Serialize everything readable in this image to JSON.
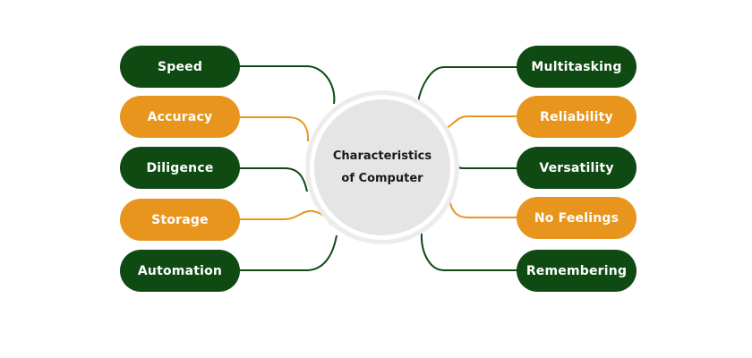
{
  "colors": {
    "green": "#0e4a12",
    "orange": "#e8951d",
    "center_fill": "#e5e5e6",
    "center_ring": "#ececec",
    "text_light": "#ffffff",
    "text_dark": "#1a1a1a"
  },
  "center": {
    "line1": "Characteristics",
    "line2": "of Computer"
  },
  "left_items": [
    {
      "label": "Speed",
      "color": "green"
    },
    {
      "label": "Accuracy",
      "color": "orange"
    },
    {
      "label": "Diligence",
      "color": "green"
    },
    {
      "label": "Storage",
      "color": "orange"
    },
    {
      "label": "Automation",
      "color": "green"
    }
  ],
  "right_items": [
    {
      "label": "Multitasking",
      "color": "green"
    },
    {
      "label": "Reliability",
      "color": "orange"
    },
    {
      "label": "Versatility",
      "color": "green"
    },
    {
      "label": "No Feelings",
      "color": "orange"
    },
    {
      "label": "Remembering",
      "color": "green"
    }
  ]
}
